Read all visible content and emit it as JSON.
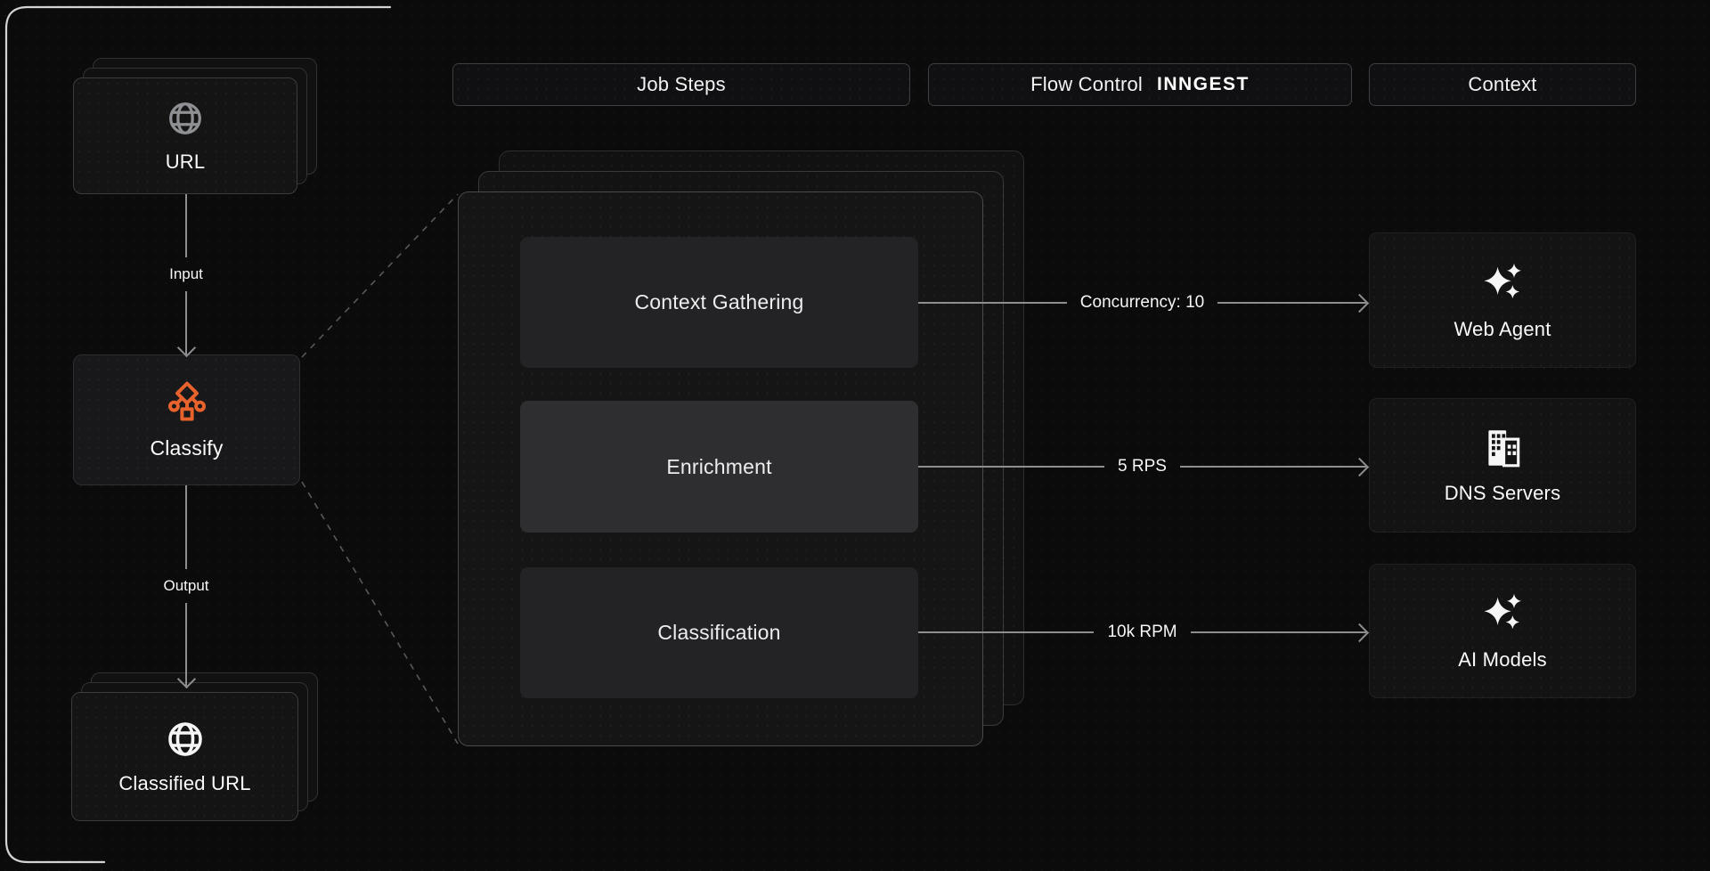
{
  "headers": {
    "job_steps": "Job Steps",
    "flow_control": "Flow Control",
    "flow_control_brand": "INNGEST",
    "context": "Context"
  },
  "pipeline": {
    "source": {
      "label": "URL",
      "icon": "globe-icon"
    },
    "input_edge_label": "Input",
    "process": {
      "label": "Classify",
      "icon": "classify-tree-icon"
    },
    "output_edge_label": "Output",
    "result": {
      "label": "Classified URL",
      "icon": "globe-icon"
    }
  },
  "job_steps": [
    {
      "label": "Context Gathering"
    },
    {
      "label": "Enrichment"
    },
    {
      "label": "Classification"
    }
  ],
  "flow_controls": [
    {
      "label": "Concurrency: 10"
    },
    {
      "label": "5 RPS"
    },
    {
      "label": "10k RPM"
    }
  ],
  "context_services": [
    {
      "label": "Web Agent",
      "icon": "sparkles-icon"
    },
    {
      "label": "DNS Servers",
      "icon": "buildings-icon"
    },
    {
      "label": "AI Models",
      "icon": "sparkles-icon"
    }
  ],
  "colors": {
    "accent": "#E8622C",
    "connector": "#8E8E90",
    "background": "#0B0B0C"
  }
}
